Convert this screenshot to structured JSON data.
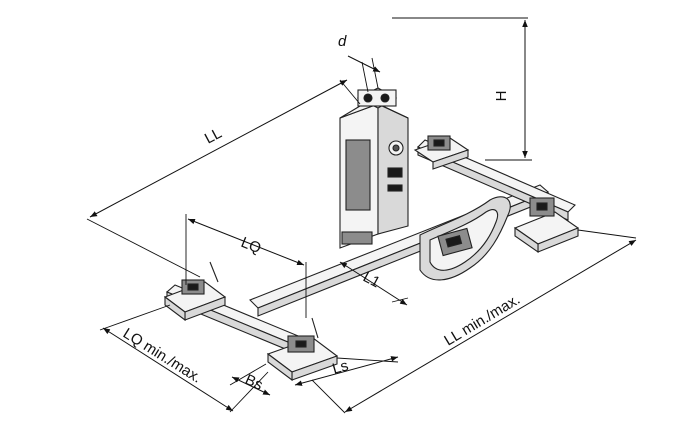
{
  "labels": {
    "ll": "LL",
    "lq": "LQ",
    "l1": "L1",
    "h": "H",
    "d": "d",
    "ll_minmax": "LL min./max.",
    "lq_minmax": "LQ min./max.",
    "bs": "Bs",
    "ls": "Ls"
  },
  "colors": {
    "line": "#111111",
    "body_light": "#f4f4f4",
    "body_mid": "#d9d9d9",
    "body_dark": "#8c8c8c"
  }
}
